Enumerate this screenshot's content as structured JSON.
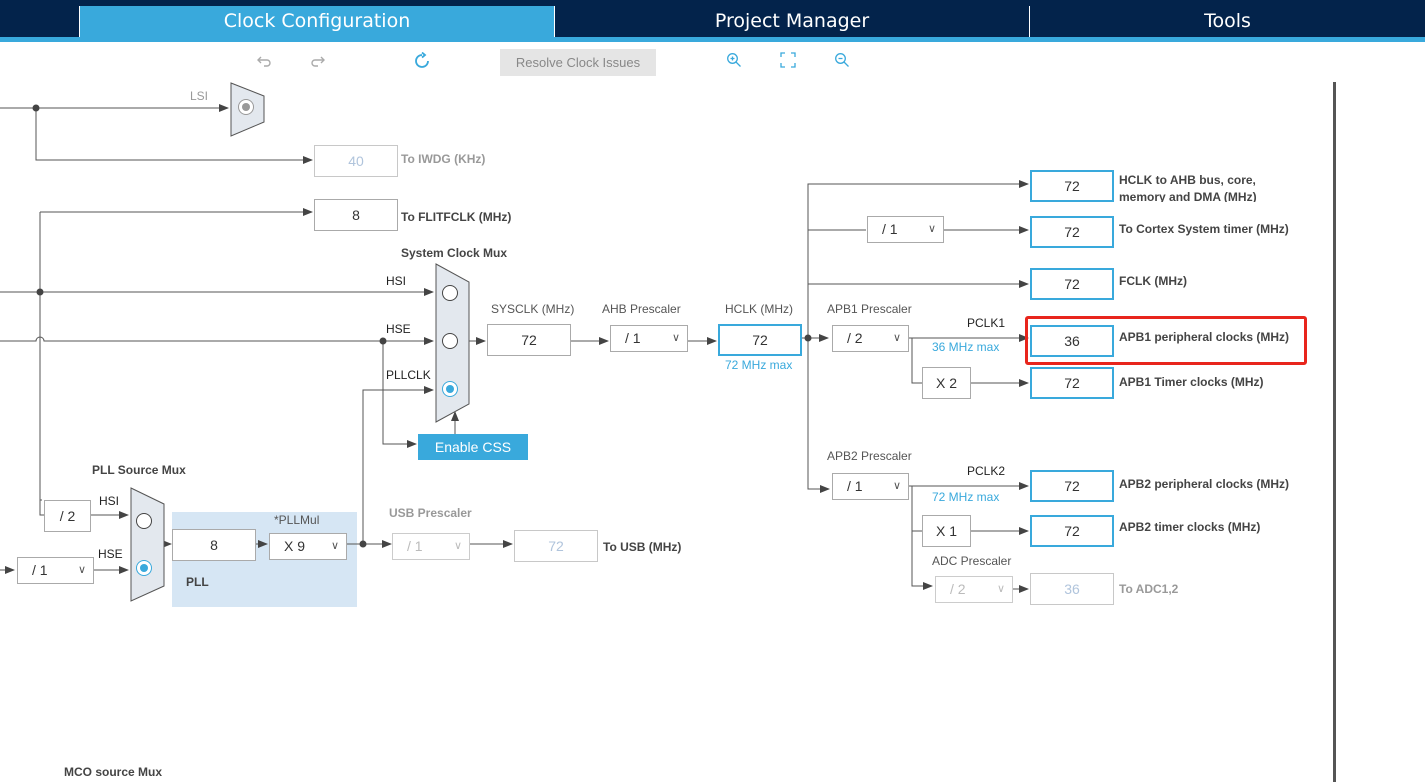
{
  "tabs": [
    {
      "label": "Clock Configuration",
      "active": true
    },
    {
      "label": "Project Manager",
      "active": false
    },
    {
      "label": "Tools",
      "active": false
    }
  ],
  "toolbar": {
    "undo_icon": "undo-icon",
    "redo_icon": "redo-icon",
    "refresh_icon": "refresh-icon",
    "resolve_label": "Resolve Clock Issues",
    "zoom_in_icon": "zoom-in-icon",
    "fit_icon": "fit-screen-icon",
    "zoom_out_icon": "zoom-out-icon"
  },
  "colors": {
    "nav_bg": "#03234b",
    "accent": "#39a9dc",
    "highlight": "#e8251c"
  },
  "clock": {
    "lsi_label": "LSI",
    "iwdg": {
      "value": "40",
      "label": "To IWDG (KHz)"
    },
    "flitf": {
      "value": "8",
      "label": "To FLITFCLK (MHz)"
    },
    "sys_mux": {
      "title": "System Clock Mux",
      "hsi": "HSI",
      "hse": "HSE",
      "pllclk": "PLLCLK"
    },
    "sysclk": {
      "label": "SYSCLK (MHz)",
      "value": "72"
    },
    "ahb": {
      "label": "AHB Prescaler",
      "value": "/ 1"
    },
    "hclk": {
      "label": "HCLK (MHz)",
      "value": "72",
      "max": "72 MHz max"
    },
    "enable_css": "Enable CSS",
    "pll_src": {
      "title": "PLL Source Mux",
      "div": "/ 2",
      "hsi": "HSI",
      "hse": "HSE",
      "hse_div": "/ 1"
    },
    "pll": {
      "input": "8",
      "mul_label": "*PLLMul",
      "mul": "X 9",
      "label": "PLL"
    },
    "usb": {
      "label": "USB Prescaler",
      "value": "/ 1",
      "out": "72",
      "out_label": "To USB (MHz)"
    },
    "apb1": {
      "label": "APB1 Prescaler",
      "value": "/ 2",
      "pclk": "PCLK1",
      "max": "36 MHz max",
      "timer_mul": "X 2"
    },
    "apb2": {
      "label": "APB2 Prescaler",
      "value": "/ 1",
      "pclk": "PCLK2",
      "max": "72 MHz max",
      "timer_mul": "X 1"
    },
    "adc": {
      "label": "ADC Prescaler",
      "value": "/ 2",
      "out": "36",
      "out_label": "To ADC1,2"
    },
    "cortex_div": "/ 1",
    "outputs": {
      "hclk_ahb": {
        "value": "72",
        "label_1": "HCLK to AHB bus, core,",
        "label_2": "memory and DMA (MHz)"
      },
      "cortex": {
        "value": "72",
        "label": "To Cortex System timer (MHz)"
      },
      "fclk": {
        "value": "72",
        "label": "FCLK (MHz)"
      },
      "apb1_periph": {
        "value": "36",
        "label": "APB1 peripheral clocks (MHz)"
      },
      "apb1_timer": {
        "value": "72",
        "label": "APB1 Timer clocks (MHz)"
      },
      "apb2_periph": {
        "value": "72",
        "label": "APB2 peripheral clocks (MHz)"
      },
      "apb2_timer": {
        "value": "72",
        "label": "APB2 timer clocks (MHz)"
      }
    },
    "mco_title": "MCO source Mux"
  }
}
